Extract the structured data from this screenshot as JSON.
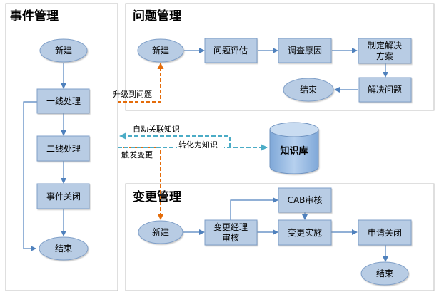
{
  "incident": {
    "title": "事件管理",
    "nodes": {
      "start": "新建",
      "l1": "一线处理",
      "l2": "二线处理",
      "close": "事件关闭",
      "end": "结束"
    }
  },
  "problem": {
    "title": "问题管理",
    "nodes": {
      "start": "新建",
      "eval": "问题评估",
      "investigate": "调查原因",
      "plan_line1": "制定解决",
      "plan_line2": "方案",
      "resolve": "解决问题",
      "end": "结束"
    }
  },
  "change": {
    "title": "变更管理",
    "nodes": {
      "start": "新建",
      "review_line1": "变更经理",
      "review_line2": "审核",
      "cab": "CAB审核",
      "implement": "变更实施",
      "request_close": "申请关闭",
      "end": "结束"
    }
  },
  "knowledge": {
    "label": "知识库"
  },
  "links": {
    "escalate": "升级到问题",
    "auto_link": "自动关联知识",
    "convert": "转化为知识",
    "trigger": "触发变更"
  },
  "colors": {
    "box_fill": "#b8cce4",
    "box_stroke": "#7f9fc8",
    "arrow_blue": "#4f81bd",
    "orange_dashed": "#e46c0a",
    "teal_dashed": "#4bacc6",
    "panel_border": "#bfbfbf",
    "db_fill": "#9dc3e6"
  }
}
